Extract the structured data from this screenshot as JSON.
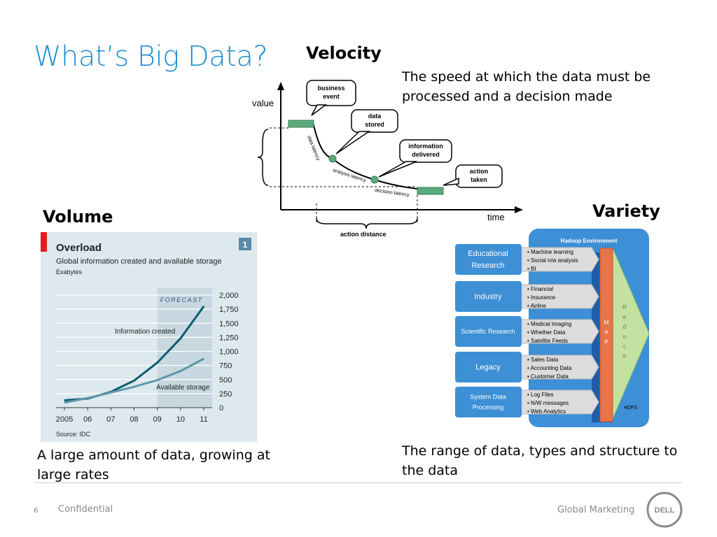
{
  "slide": {
    "title": "What’s Big Data?",
    "velocity": {
      "heading": "Velocity",
      "description": "The speed at which the data must be processed and a decision made",
      "diagram": {
        "y_axis": "value",
        "x_axis": "time",
        "callouts": [
          "business event",
          "data stored",
          "information delivered",
          "action taken"
        ],
        "curve_labels": [
          "data latency",
          "analysis latency",
          "decision latency"
        ],
        "bracket_label": "action distance"
      }
    },
    "volume": {
      "heading": "Volume",
      "description": "A large amount of data, growing at large rates",
      "figure": {
        "badge": "1",
        "title": "Overload",
        "subtitle": "Global information created and available storage",
        "unit": "Exabytes",
        "forecast_label": "FORECAST",
        "series_labels": [
          "Information created",
          "Available storage"
        ],
        "source": "Source: IDC"
      }
    },
    "variety": {
      "heading": "Variety",
      "description": "The range of data, types and structure to the data",
      "diagram": {
        "environment_title": "Hadoop Environment",
        "sources": [
          {
            "label": "Educational Research",
            "items": [
              "Machine learning",
              "Social n/w analysis",
              "BI"
            ]
          },
          {
            "label": "Industry",
            "items": [
              "Financial",
              "Insurance",
              "Airline"
            ]
          },
          {
            "label": "Scientific Research",
            "items": [
              "Medical Imaging",
              "Whether Data",
              "Satellite Feeds"
            ]
          },
          {
            "label": "Legacy",
            "items": [
              "Sales Data",
              "Accounting Data",
              "Customer Data"
            ]
          },
          {
            "label": "System Data Processing",
            "items": [
              "Log Files",
              "N/W messages",
              "Web Analytics"
            ]
          }
        ],
        "map_letters": [
          "M",
          "a",
          "p"
        ],
        "reduce_letters": [
          "R",
          "e",
          "d",
          "u",
          "c",
          "e"
        ],
        "hdfs_label": "HDFS"
      }
    },
    "footer": {
      "page_number": "6",
      "confidential": "Confidential",
      "department": "Global Marketing",
      "logo_text": "DELL"
    }
  },
  "chart_data": {
    "type": "line",
    "title": "Overload",
    "subtitle": "Global information created and available storage",
    "ylabel": "Exabytes",
    "x": [
      "2005",
      "06",
      "07",
      "08",
      "09",
      "10",
      "11"
    ],
    "ylim": [
      0,
      2000
    ],
    "yticks": [
      "2,000",
      "1,750",
      "1,500",
      "1,250",
      "1,000",
      "750",
      "500",
      "250",
      "0"
    ],
    "forecast_from": "09",
    "series": [
      {
        "name": "Information created",
        "values": [
          130,
          160,
          280,
          480,
          800,
          1230,
          1800
        ]
      },
      {
        "name": "Available storage",
        "values": [
          90,
          170,
          270,
          370,
          490,
          650,
          870
        ]
      }
    ],
    "colors": {
      "information": "#0d5c6e",
      "storage": "#5f97a8",
      "panel": "#dde9ef",
      "forecast": "#c7d8e1"
    }
  }
}
